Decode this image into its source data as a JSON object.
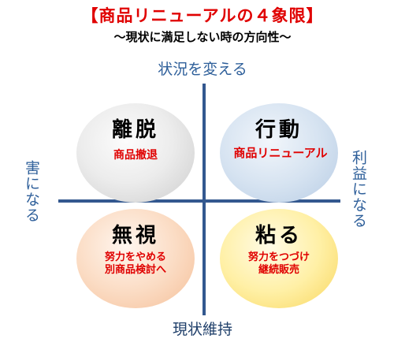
{
  "title": "【商品リニューアルの４象限】",
  "subtitle": "〜現状に満足しない時の方向性〜",
  "axes": {
    "top": "状況を変える",
    "bottom": "現状維持",
    "left": "害になる",
    "right": "利益になる"
  },
  "quadrants": {
    "top_left": {
      "heading": "離脱",
      "lines": [
        "商品撤退"
      ]
    },
    "top_right": {
      "heading": "行動",
      "lines": [
        "商品リニューアル"
      ]
    },
    "bottom_left": {
      "heading": "無視",
      "lines": [
        "努力をやめる",
        "別商品検討へ"
      ]
    },
    "bottom_right": {
      "heading": "粘る",
      "lines": [
        "努力をつづけ",
        "継続販売"
      ]
    }
  },
  "colors": {
    "title": "#e00000",
    "axis_line": "#33588f",
    "axis_text": "#2e5f9a",
    "quadrant_top_left": "#e8e8e8",
    "quadrant_top_right": "#d6e3f1",
    "quadrant_bottom_left": "#fbdcc4",
    "quadrant_bottom_right": "#fff0a6"
  }
}
